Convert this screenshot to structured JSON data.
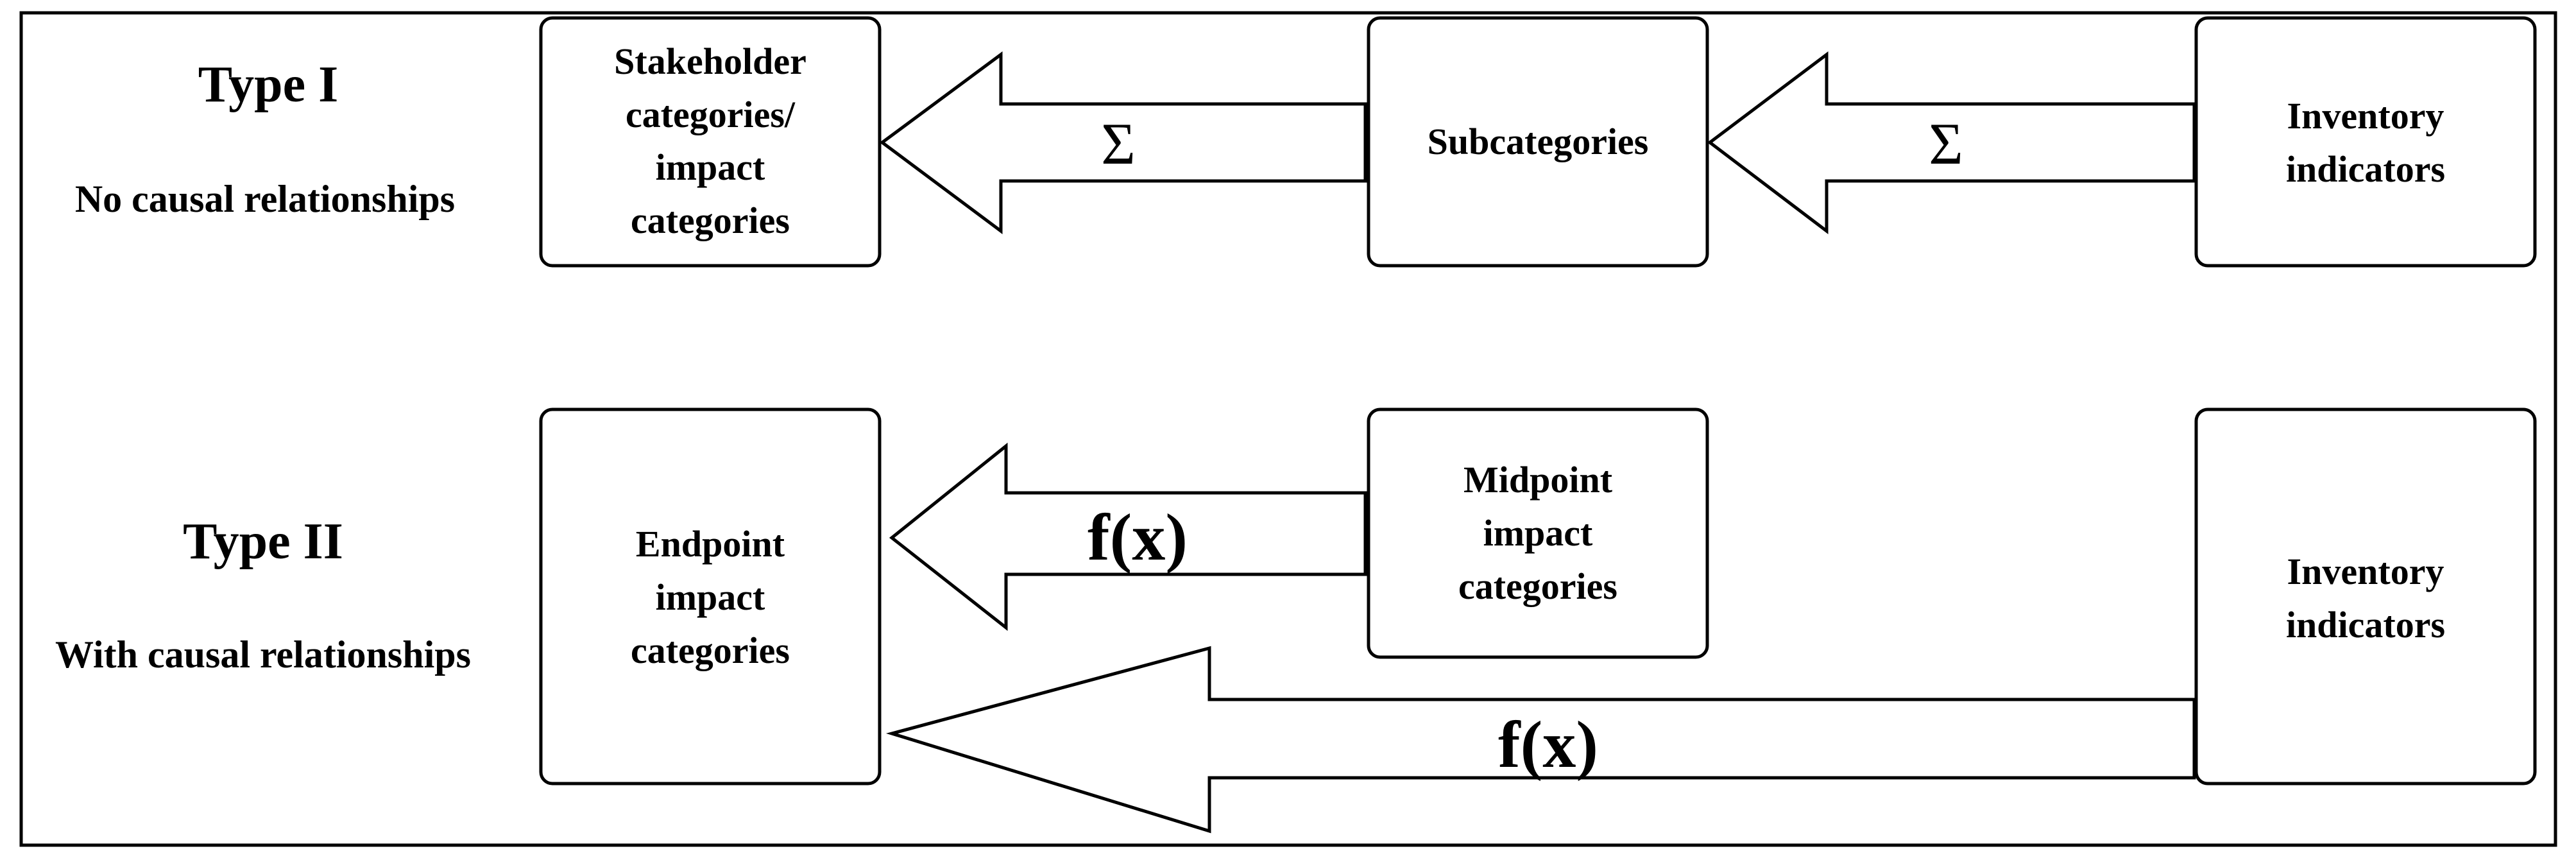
{
  "type1": {
    "title": "Type I",
    "subtitle": "No causal relationships",
    "box_stakeholder": [
      "Stakeholder",
      "categories/",
      "impact",
      "categories"
    ],
    "box_subcategories": [
      "Subcategories"
    ],
    "box_inventory": [
      "Inventory",
      "indicators"
    ],
    "arrow_left_label": "Σ",
    "arrow_right_label": "Σ"
  },
  "type2": {
    "title": "Type II",
    "subtitle": "With causal relationships",
    "box_endpoint": [
      "Endpoint",
      "impact",
      "categories"
    ],
    "box_midpoint": [
      "Midpoint",
      "impact",
      "categories"
    ],
    "box_inventory": [
      "Inventory",
      "indicators"
    ],
    "arrow_mid_label": "f(x)",
    "arrow_long_label": "f(x)"
  }
}
